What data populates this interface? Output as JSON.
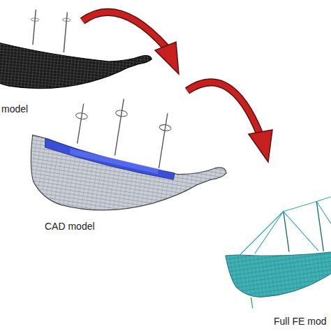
{
  "diagram": {
    "labels": [
      "model",
      "CAD model",
      "Full FE mod"
    ]
  }
}
